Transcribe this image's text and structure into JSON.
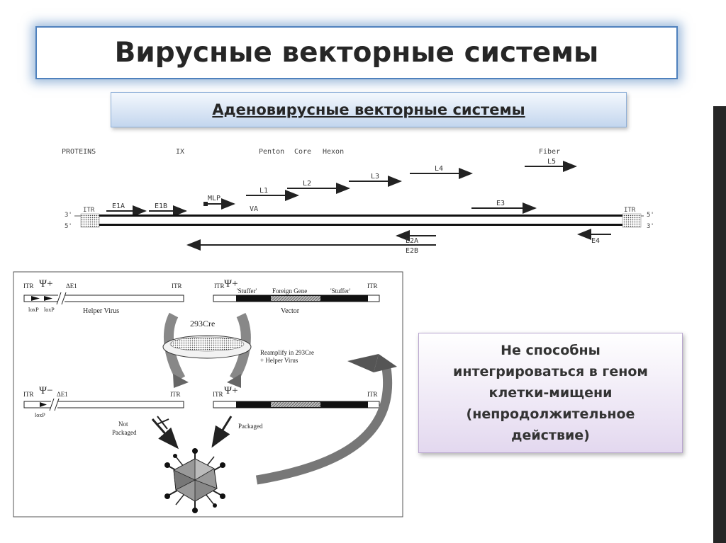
{
  "title": "Вирусные векторные системы",
  "subtitle": "Аденовирусные векторные системы",
  "genome_map": {
    "proteins_label": "PROTEINS",
    "proteins": [
      "IX",
      "Penton",
      "Core",
      "Hexon",
      "Fiber"
    ],
    "late_genes": [
      "L1",
      "L2",
      "L3",
      "L4",
      "L5"
    ],
    "promoter": "MLP",
    "early_genes_forward": [
      "E1A",
      "E1B",
      "E3"
    ],
    "early_genes_reverse": [
      "E2A",
      "E2B",
      "E4"
    ],
    "va": "VA",
    "itr": "ITR",
    "end_3": "3'",
    "end_5": "5'"
  },
  "helper_diagram": {
    "itr": "ITR",
    "psi_plus": "Ψ+",
    "psi_minus": "Ψ−",
    "delta_e1": "ΔE1",
    "loxp": "loxP",
    "helper_virus": "Helper Virus",
    "stuffer_left": "'Stuffer'",
    "foreign_gene": "Foreign Gene",
    "stuffer_right": "'Stuffer'",
    "vector": "Vector",
    "cell_line": "293Cre",
    "reamplify_line1": "Reamplify in 293Cre",
    "reamplify_line2": "+ Helper Virus",
    "not_packaged_line1": "Not",
    "not_packaged_line2": "Packaged",
    "packaged": "Packaged"
  },
  "note_lines": [
    "Не способны",
    "интегрироваться в геном",
    "клетки-мищени",
    "(непродолжительное",
    "действие)"
  ],
  "colors": {
    "title_border": "#4f81bd",
    "subtitle_fill": "#c3d6ee",
    "note_fill": "#e3d8ef",
    "accent_bar": "#262626"
  }
}
